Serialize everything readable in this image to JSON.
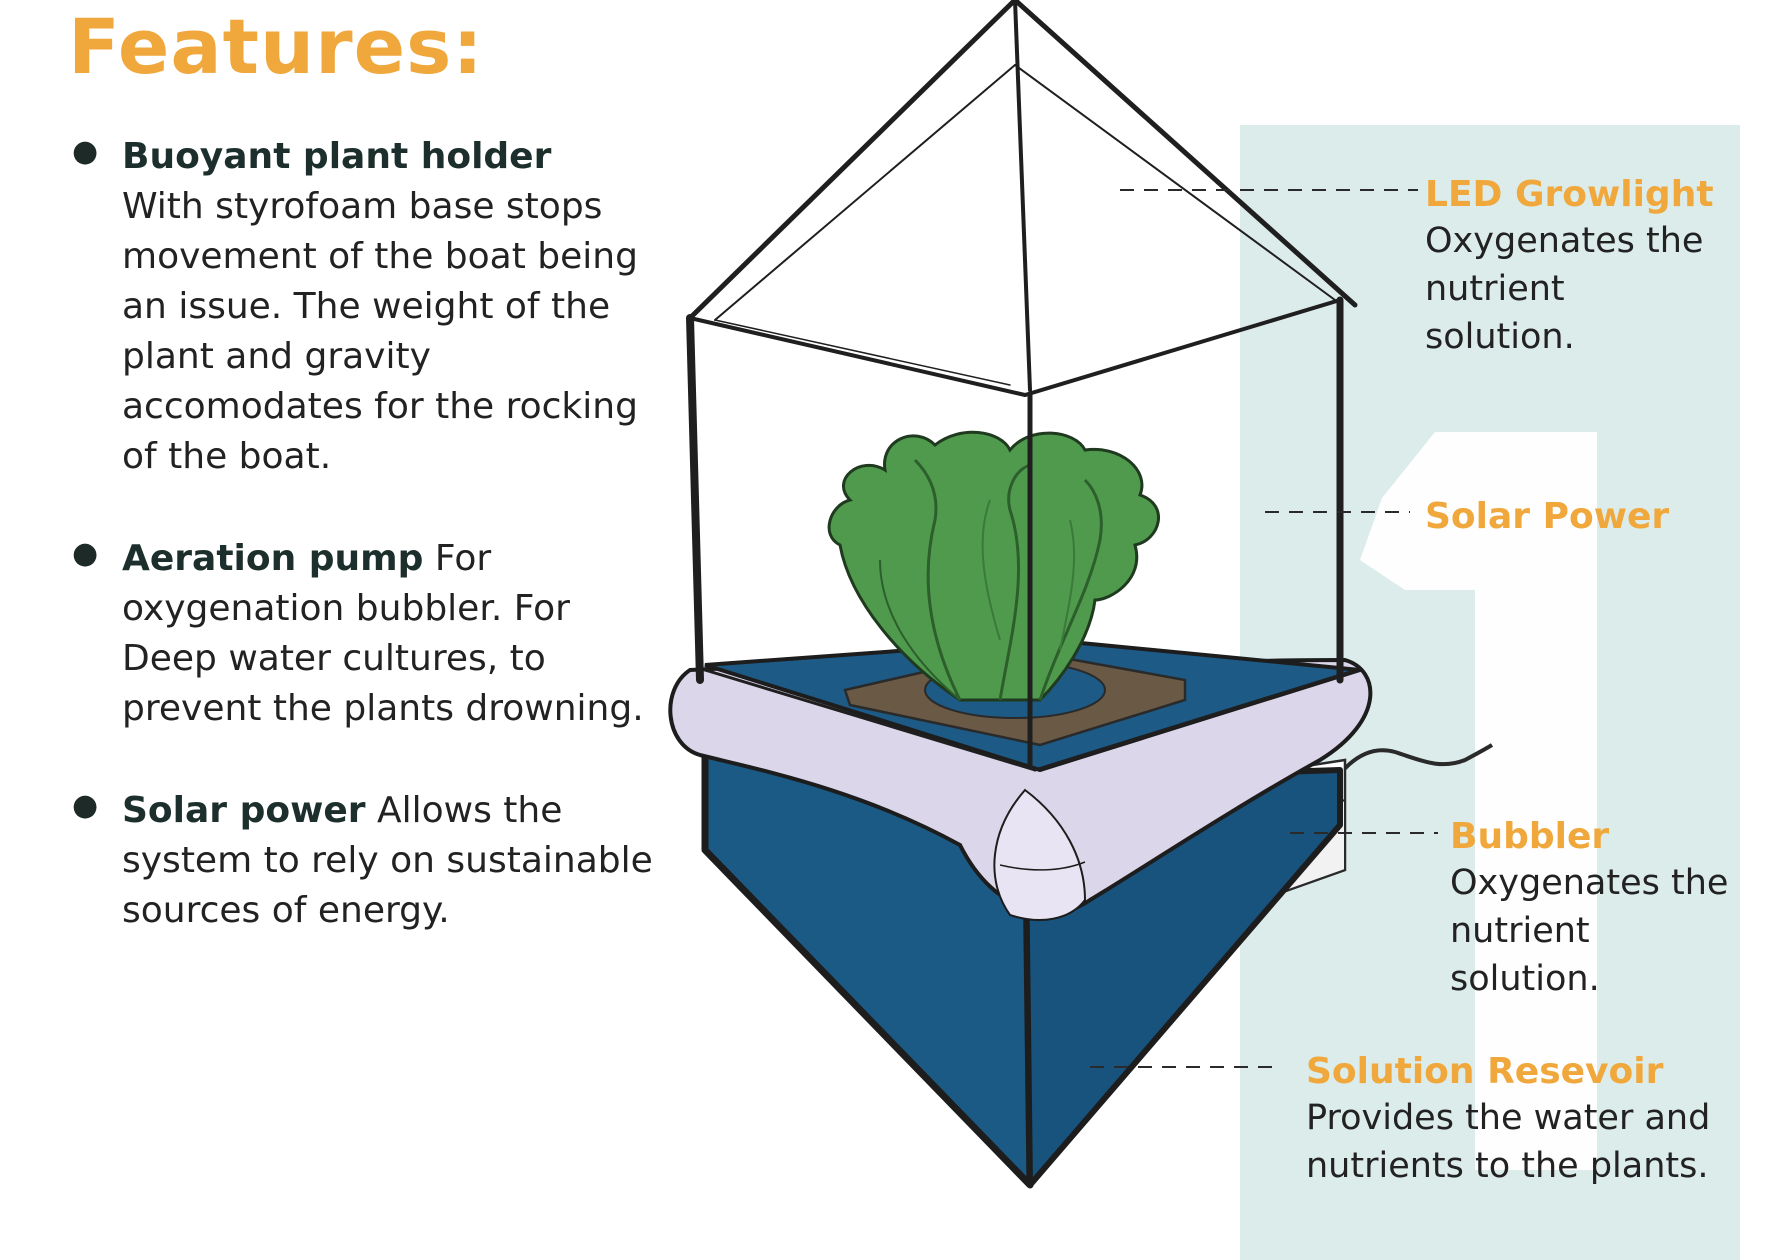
{
  "title": "Features:",
  "features": [
    {
      "title": "Buoyant plant holder",
      "description": "With styrofoam base stops movement of the boat being an issue. The weight of the plant and gravity accomodates for the rocking of the boat."
    },
    {
      "title": "Aeration pump",
      "description": "For oxygenation bubbler. For Deep water cultures, to prevent the plants drowning."
    },
    {
      "title": "Solar power",
      "description": "Allows the system to rely on sustainable sources of energy."
    }
  ],
  "callouts": {
    "led": {
      "title": "LED Growlight",
      "description": "Oxygenates the nutrient solution."
    },
    "solar": {
      "title": "Solar Power"
    },
    "bubbler": {
      "title": "Bubbler",
      "description": "Oxygenates the nutrient solution."
    },
    "reservoir": {
      "title": "Solution Resevoir",
      "description": "Provides the water and nutrients to the plants."
    }
  },
  "colors": {
    "accent": "#f0a73c",
    "reservoir_blue": "#1c5a86",
    "float_lavender": "#dcd6ea",
    "leaf_green": "#4f9a4c",
    "background_panel": "#dcecea"
  }
}
